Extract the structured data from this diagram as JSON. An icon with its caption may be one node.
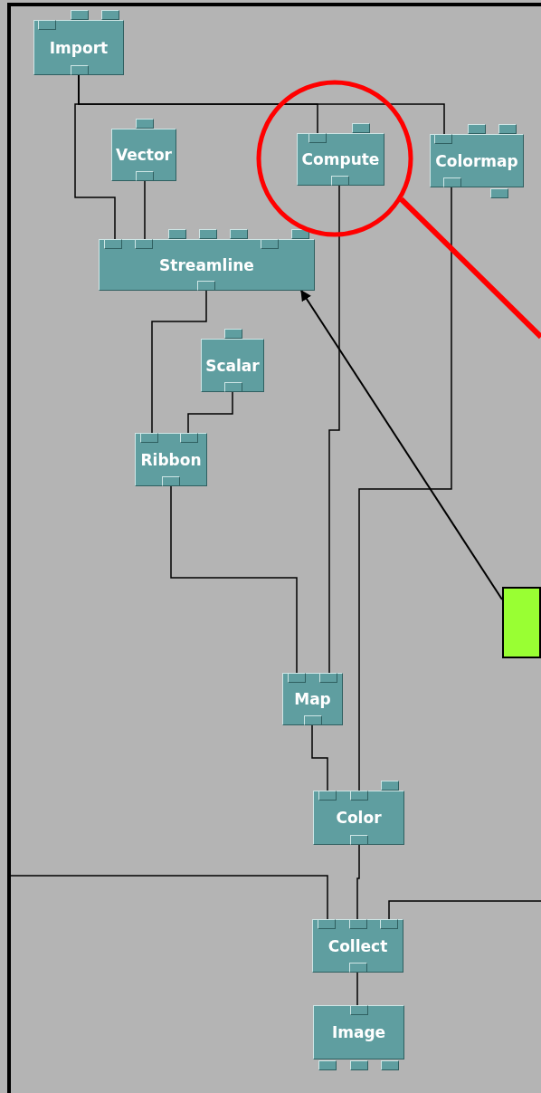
{
  "diagram": {
    "nodes": [
      {
        "text": [
          "Import"
        ]
      },
      {
        "text": [
          "Vector"
        ]
      },
      {
        "text": [
          "Compute"
        ],
        "in": 12
      },
      {
        "text": [
          "Colormap"
        ]
      },
      {
        "text": [
          "Streamline"
        ]
      },
      {
        "text": [
          "Scalar"
        ]
      },
      {
        "text": [
          "Ribbon"
        ]
      },
      {
        "text": [
          "Map"
        ]
      },
      {
        "text": [
          "Color"
        ]
      },
      {
        "text": [
          "Collect"
        ]
      },
      {
        "text": [
          "Image"
        ]
      },
      {
        "text": [],
        "shape": "box"
      },
      {
        "text": [],
        "shape": "circle"
      }
    ],
    "edges": [
      {
        "from": 0,
        "to": 4,
        "arrow": "none"
      },
      {
        "from": 0,
        "to": 2,
        "arrow": "none"
      },
      {
        "from": 0,
        "to": 3,
        "arrow": "none"
      },
      {
        "from": 1,
        "to": 4,
        "arrow": "none"
      },
      {
        "from": 4,
        "to": 6,
        "arrow": "none"
      },
      {
        "from": 5,
        "to": 6,
        "arrow": "none"
      },
      {
        "from": 2,
        "to": 7,
        "arrow": "none"
      },
      {
        "from": 6,
        "to": 7,
        "arrow": "none"
      },
      {
        "from": 3,
        "to": 8,
        "arrow": "none"
      },
      {
        "from": 7,
        "to": 8,
        "arrow": "none"
      },
      {
        "from": 8,
        "to": 9,
        "arrow": "none"
      },
      {
        "from": null,
        "to": 9,
        "arrow": "none"
      },
      {
        "from": null,
        "to": 9,
        "arrow": "none"
      },
      {
        "from": 9,
        "to": 10,
        "arrow": "none"
      },
      {
        "from": 11,
        "to": 4,
        "arrow": "to"
      },
      {
        "from": 12,
        "to": null,
        "arrow": "none",
        "style": "thick",
        "color": "#ff0000"
      }
    ]
  }
}
